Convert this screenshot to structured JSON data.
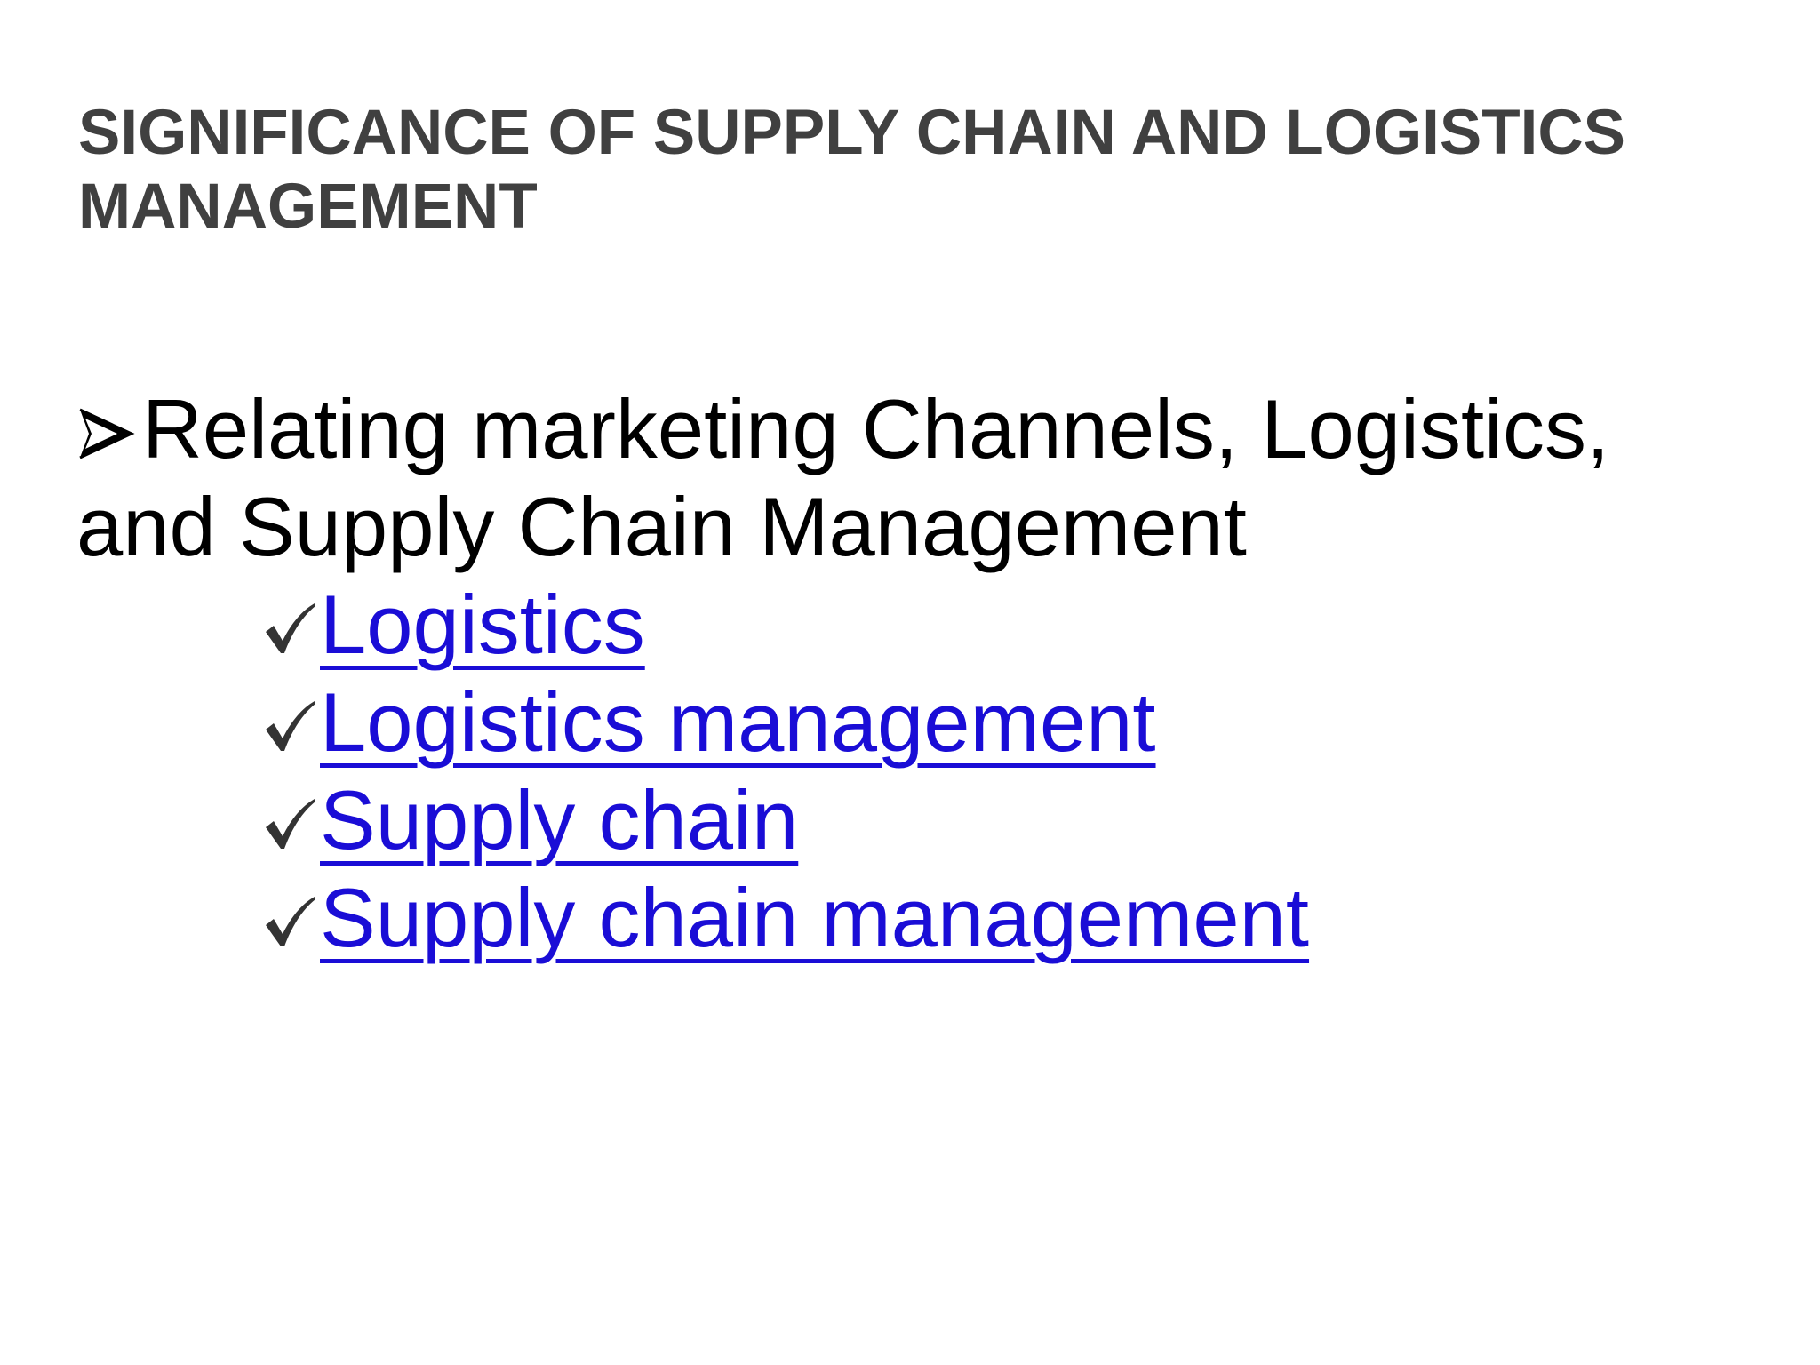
{
  "slide": {
    "title": "SIGNIFICANCE OF SUPPLY CHAIN AND LOGISTICS MANAGEMENT",
    "main_bullet": {
      "icon": "arrow-right-icon",
      "text": "Relating marketing Channels, Logistics, and Supply Chain Management"
    },
    "sub_items": [
      {
        "icon": "checkmark-icon",
        "label": "Logistics"
      },
      {
        "icon": "checkmark-icon",
        "label": "Logistics management"
      },
      {
        "icon": "checkmark-icon",
        "label": "Supply chain"
      },
      {
        "icon": "checkmark-icon",
        "label": "Supply chain management"
      }
    ],
    "colors": {
      "title": "#404040",
      "body_text": "#000000",
      "link": "#1a0dd6",
      "background": "#ffffff"
    }
  }
}
